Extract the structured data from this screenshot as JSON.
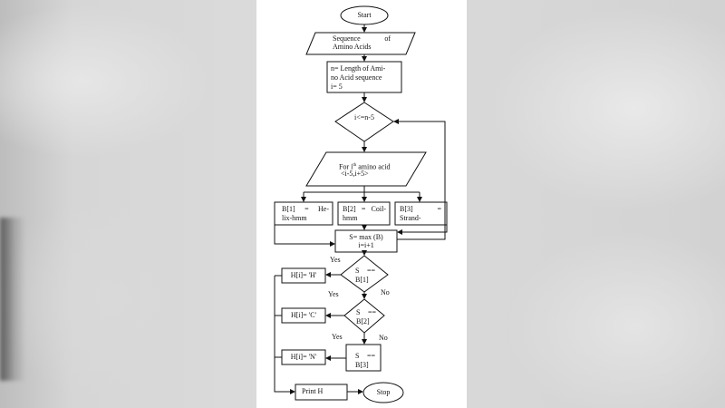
{
  "flowchart": {
    "start": "Start",
    "input_seq": [
      "Sequence of",
      "Amino Acids"
    ],
    "init": [
      "n= Length of Ami-",
      "no Acid sequence",
      "i= 5"
    ],
    "cond_loop": "i<=n-5",
    "for_amino": [
      "For i",
      "th",
      " amino acid",
      "<i-5,i+5>"
    ],
    "b1": [
      "B[1] = He-",
      "lix-hmm"
    ],
    "b2": [
      "B[2] = Coil-",
      "hmm"
    ],
    "b3": [
      "B[3] =",
      "Strand-"
    ],
    "smax": [
      "S= max (B)",
      "i=i+1"
    ],
    "d1": [
      "S ==",
      "B[1]"
    ],
    "d2": [
      "S ==",
      "B[2]"
    ],
    "d3": [
      "S ==",
      "B[3]"
    ],
    "h_h": "H[i]= 'H'",
    "h_c": "H[i]= 'C'",
    "h_n": "H[i]= 'N'",
    "print": "Print H",
    "stop": "Stop",
    "yes1": "Yes",
    "no1": "No",
    "yes2": "Yes",
    "yes3": "Yes",
    "no2": "No"
  }
}
